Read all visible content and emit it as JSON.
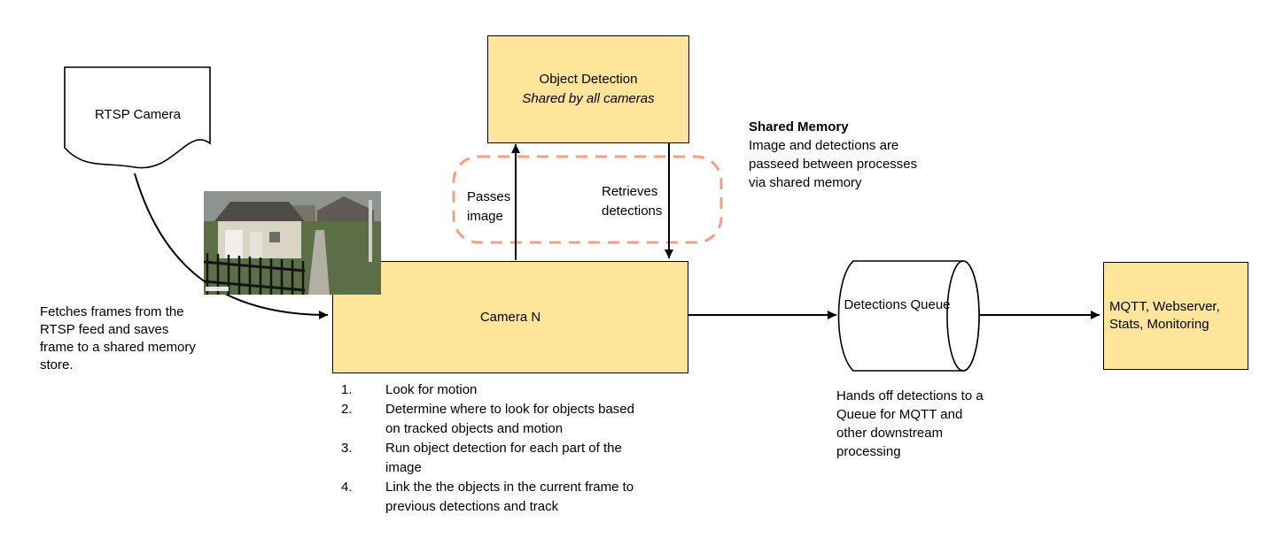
{
  "diagram": {
    "rtsp_camera": {
      "label": "RTSP Camera"
    },
    "object_detection": {
      "title": "Object Detection",
      "subtitle": "Shared by all cameras"
    },
    "camera_n": {
      "label": "Camera N"
    },
    "detections_queue": {
      "label": "Detections Queue"
    },
    "output_box": {
      "label": "MQTT, Webserver, Stats, Monitoring"
    },
    "arrow_labels": {
      "passes_image": "Passes image",
      "retrieves_detections": "Retrieves detections"
    },
    "notes": {
      "shared_memory_title": "Shared Memory",
      "shared_memory_body": "Image and detections are passeed between processes via shared memory",
      "fetch_note": "Fetches frames from the RTSP feed and saves frame to a shared memory store.",
      "handoff_note": "Hands off detections to a Queue for MQTT and other downstream processing"
    },
    "camera_steps": [
      "Look for motion",
      "Determine where to look for objects based on tracked objects and motion",
      "Run object detection for each part of the image",
      "Link the the objects in the current frame to previous detections and track"
    ]
  },
  "colors": {
    "node_fill": "#ffe599",
    "node_border": "#000000",
    "shared_memory_outline": "#f0a183",
    "arrow_color": "#000000"
  }
}
